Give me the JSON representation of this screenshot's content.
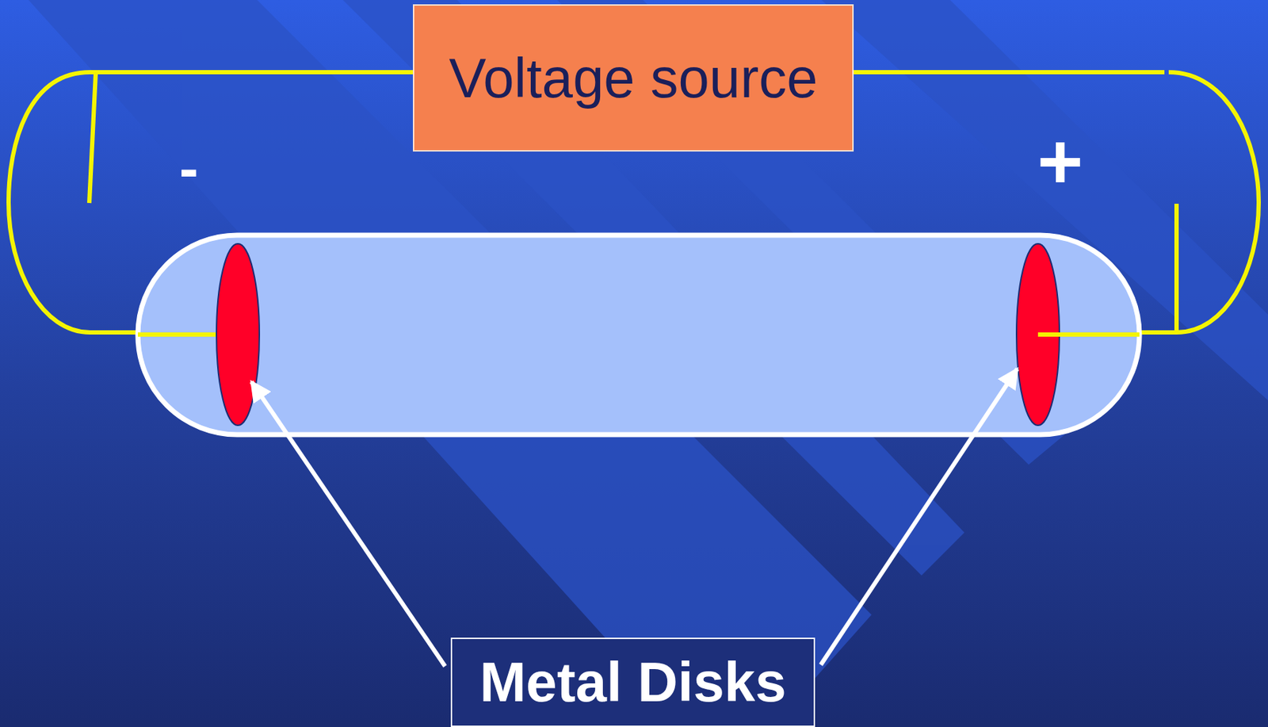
{
  "diagram": {
    "nodes": [
      {
        "text": [
          "Voltage source"
        ]
      },
      {
        "text": [
          "Metal Disks"
        ]
      }
    ],
    "labels": [
      "-",
      "+"
    ]
  }
}
